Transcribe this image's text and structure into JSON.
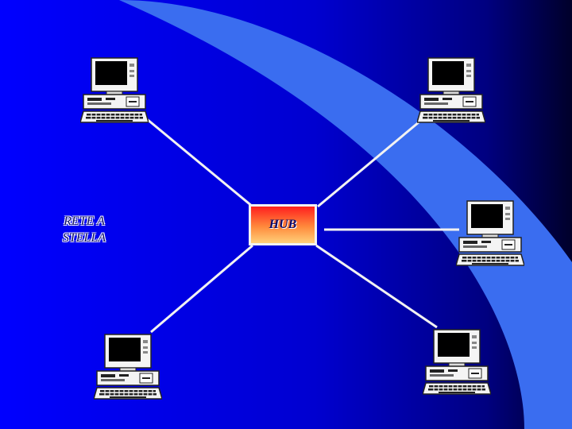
{
  "slide": {
    "title_lines": [
      "RETE A",
      "STELLA"
    ]
  },
  "hub": {
    "label": "HUB"
  },
  "computers": [
    {
      "id": "pc-top-left"
    },
    {
      "id": "pc-top-right"
    },
    {
      "id": "pc-right"
    },
    {
      "id": "pc-bottom-left"
    },
    {
      "id": "pc-bottom-right"
    }
  ],
  "colors": {
    "background_start": "#0000ff",
    "background_end": "#00002a",
    "swoosh": "#3a6df0",
    "hub_top": "#ff1e1e",
    "hub_bottom": "#ffd07a",
    "link_line": "#f2f2f2",
    "title_text": "#0a0a6a"
  }
}
